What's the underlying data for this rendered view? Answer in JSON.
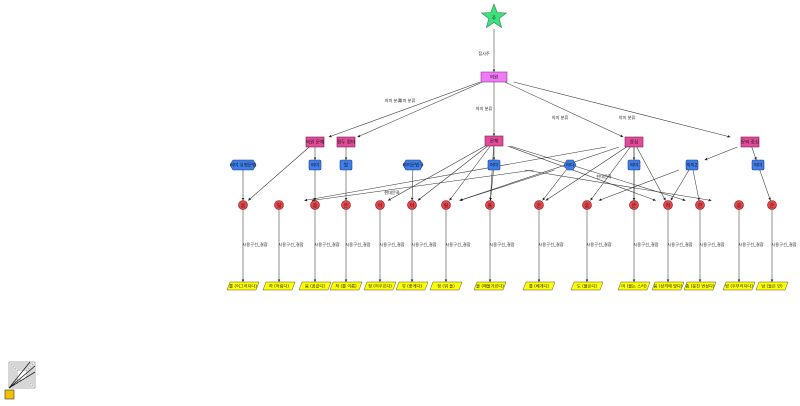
{
  "diagram": {
    "root": {
      "label": "주",
      "shape": "star",
      "color": "#3ee07e"
    },
    "top_edge_label": "접사주",
    "hub": {
      "label": "의원",
      "color": "#ef7af5"
    },
    "categories": [
      {
        "id": "c1",
        "label": "의원 문체",
        "color": "#e14b9a"
      },
      {
        "id": "c2",
        "label": "접두 접미",
        "color": "#e14b9a"
      },
      {
        "id": "c3",
        "label": "문체",
        "color": "#e14b9a"
      },
      {
        "id": "c4",
        "label": "중심",
        "color": "#e14b9a"
      },
      {
        "id": "c5",
        "label": "문의 중심",
        "color": "#e14b9a"
      }
    ],
    "hub_edge_labels": [
      "의미 분류",
      "의미 분류",
      "의미 분류",
      "의미 분류",
      "의미 분류"
    ],
    "subcategories": [
      {
        "id": "s1",
        "label": "의미 유형문법",
        "shape": "hex"
      },
      {
        "id": "s2",
        "label": "의미",
        "shape": "rect"
      },
      {
        "id": "s3",
        "label": "발",
        "shape": "rect"
      },
      {
        "id": "s4",
        "label": "의미문법구",
        "shape": "hex"
      },
      {
        "id": "s5",
        "label": "어미",
        "shape": "rect"
      },
      {
        "id": "s6",
        "label": "하다",
        "shape": "hex"
      },
      {
        "id": "s7",
        "label": "의미",
        "shape": "rect"
      },
      {
        "id": "s8",
        "label": "의미2",
        "shape": "rect"
      },
      {
        "id": "s9",
        "label": "의미",
        "shape": "rect"
      }
    ],
    "subcategory_color": "#3f7ee8",
    "morpheme_color": "#e8434a",
    "morphemes": [
      "음",
      "릴",
      "음",
      "은",
      "이",
      "이",
      "릴",
      "물",
      "은",
      "음",
      "은",
      "려",
      "한",
      "음",
      "은"
    ],
    "mid_edge_labels": [
      "현대문화",
      "현대문화"
    ],
    "word_edge_label": "시용구선_결합",
    "word_color": "#ffff00",
    "words": [
      "를 (어그러지다)",
      "하 (어림다)",
      "뭄 (꿈같다)",
      "착 (를 이름)",
      "정 (어우르다)",
      "뷰 (좋게다)",
      "정 (뭐 돌)",
      "물 (떼돌가르다)",
      "를 (베개다)",
      "도 (뷸은다)",
      "머 (물는 스러)",
      "뭄 (성격에 맞다)",
      "좀 (뭉진 번성다)",
      "빙 (우부러지다)",
      "남 (들은 안)"
    ],
    "legend_icon": "spiral-square-icon"
  }
}
